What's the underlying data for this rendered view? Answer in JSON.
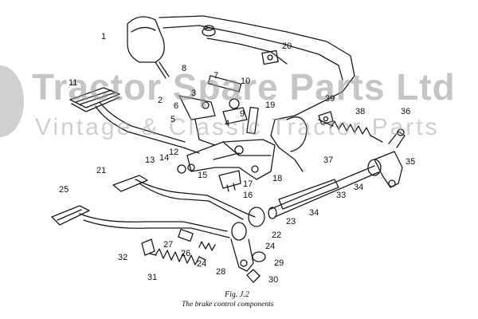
{
  "watermark": {
    "title": "Tractor Spare Parts Ltd",
    "subtitle": "Vintage & Classic Tractor Parts"
  },
  "figure": {
    "number": "Fig. J.2",
    "caption": "The brake control components"
  },
  "callouts": [
    "1",
    "2",
    "3",
    "4",
    "5",
    "6",
    "7",
    "8",
    "9",
    "10",
    "11",
    "12",
    "13",
    "14",
    "15",
    "16",
    "17",
    "18",
    "19",
    "20",
    "21",
    "22",
    "23",
    "24",
    "24",
    "25",
    "26",
    "27",
    "28",
    "29",
    "30",
    "31",
    "32",
    "33",
    "34",
    "34",
    "35",
    "36",
    "37",
    "38",
    "39"
  ],
  "colors": {
    "ink": "#1a1a1a",
    "watermark": "#999999",
    "background": "#ffffff"
  }
}
